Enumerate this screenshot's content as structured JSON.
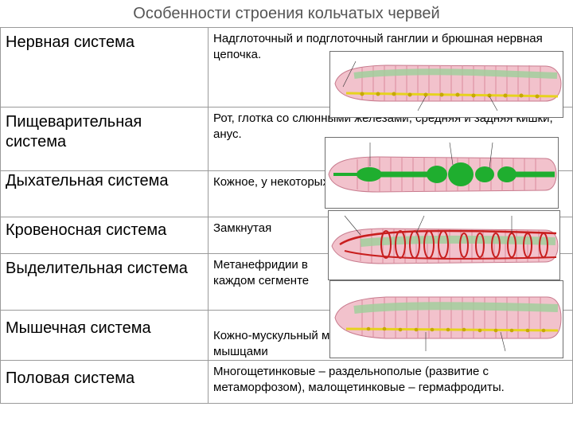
{
  "title": "Особенности строения кольчатых червей",
  "rows": [
    {
      "name": "Нервная система",
      "desc": "Надглоточный и подглоточный ганглии и брюшная нервная цепочка."
    },
    {
      "name": "Пищеварительная система",
      "desc": "Рот, глотка со слюнными железами, средняя и задняя кишки, анус."
    },
    {
      "name": "Дыхательная система",
      "desc": "Кожное, у некоторых жабры"
    },
    {
      "name": "Кровеносная система",
      "desc": "Замкнутая"
    },
    {
      "name": "Выделительная система",
      "desc": "Метанефридии в каждом сегменте"
    },
    {
      "name": "Мышечная система",
      "desc": "Кожно-мускульный мешок с продольными и поперечными мышцами"
    },
    {
      "name": "Половая система",
      "desc": "Многощетинковые – раздельнополые (развитие с метаморфозом), малощетинковые – гермафродиты."
    }
  ],
  "figure_colors": {
    "body": "#f2c2cc",
    "segment": "#d98a9c",
    "gut": "#9ccf9a",
    "nerve": "#e6d21e",
    "digestive": "#1fae2f",
    "vessel": "#c81e1e"
  }
}
